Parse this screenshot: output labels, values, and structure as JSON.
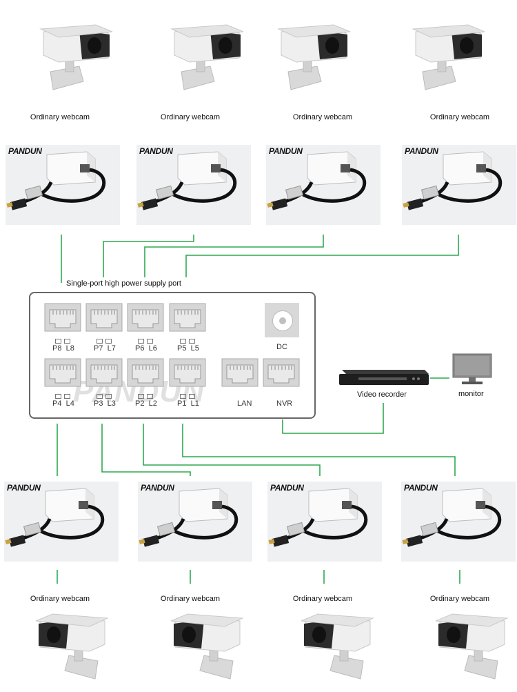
{
  "top_cameras": [
    "Ordinary webcam",
    "Ordinary webcam",
    "Ordinary webcam",
    "Ordinary webcam"
  ],
  "bottom_cameras": [
    "Ordinary webcam",
    "Ordinary webcam",
    "Ordinary webcam",
    "Ordinary webcam"
  ],
  "splitter_brand": "PANDUN",
  "switch": {
    "header": "Single-port high power supply port",
    "watermark": "PANDUN",
    "dc_label": "DC",
    "top_ports": [
      {
        "p": "P8",
        "l": "L8"
      },
      {
        "p": "P7",
        "l": "L7"
      },
      {
        "p": "P6",
        "l": "L6"
      },
      {
        "p": "P5",
        "l": "L5"
      }
    ],
    "bottom_ports": [
      {
        "p": "P4",
        "l": "L4"
      },
      {
        "p": "P3",
        "l": "L3"
      },
      {
        "p": "P2",
        "l": "L2"
      },
      {
        "p": "P1",
        "l": "L1"
      }
    ],
    "lan_label": "LAN",
    "nvr_label": "NVR"
  },
  "recorder": {
    "label": "Video recorder"
  },
  "monitor": {
    "label": "monitor"
  },
  "colors": {
    "wire": "#2fa84f",
    "switch_border": "#666666"
  }
}
